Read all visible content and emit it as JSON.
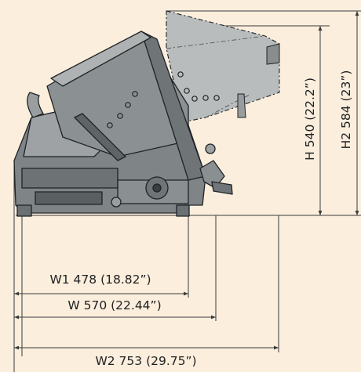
{
  "colors": {
    "background": "#fbeedd",
    "machine_fill": "#7f8587",
    "machine_stroke": "#1f2326",
    "open_carriage_fill": "#b9bcbc",
    "dimension_line": "#3a3a3a"
  },
  "dimensions": {
    "w1": "W1 478 (18.82”)",
    "w": "W 570 (22.44”)",
    "w2": "W2 753 (29.75”)",
    "h": "H 540 (22.2”)",
    "h2": "H2 584 (23”)"
  }
}
